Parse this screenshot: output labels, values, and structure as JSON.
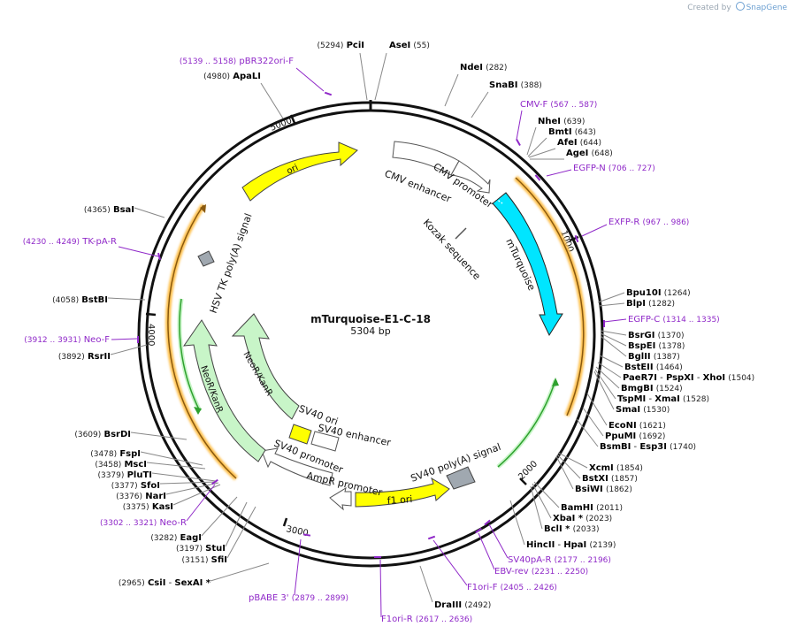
{
  "credit": {
    "prefix": "Created by",
    "brand": "SnapGene"
  },
  "plasmid": {
    "name": "mTurquoise-E1-C-18",
    "size": "5304 bp",
    "length": 5304
  },
  "colors": {
    "enzyme": "#000000",
    "primer": "#8f28c8",
    "backbone": "#000000",
    "cyan": "#00e5ff",
    "yellow": "#ffff00",
    "lightgreen": "#c8f5c8",
    "grey": "#a0a8b0",
    "orange": "#ffc04c",
    "darkgreen": "#2ea12e"
  },
  "ticks": [
    "1000",
    "2000",
    "3000",
    "4000",
    "5000"
  ],
  "enzymes": [
    {
      "name": "PciI",
      "pos": "(5294)"
    },
    {
      "name": "AseI",
      "pos": "(55)"
    },
    {
      "name": "NdeI",
      "pos": "(282)"
    },
    {
      "name": "SnaBI",
      "pos": "(388)"
    },
    {
      "name": "NheI",
      "pos": "(639)"
    },
    {
      "name": "BmtI",
      "pos": "(643)"
    },
    {
      "name": "AfeI",
      "pos": "(644)"
    },
    {
      "name": "AgeI",
      "pos": "(648)"
    },
    {
      "name": "Bpu10I",
      "pos": "(1264)"
    },
    {
      "name": "BlpI",
      "pos": "(1282)"
    },
    {
      "name": "BsrGI",
      "pos": "(1370)"
    },
    {
      "name": "BspEI",
      "pos": "(1378)"
    },
    {
      "name": "BglII",
      "pos": "(1387)"
    },
    {
      "name": "BstEII",
      "pos": "(1464)"
    },
    {
      "name": "PaeR7I",
      "alt": "PspXI",
      "alt2": "XhoI",
      "pos": "(1504)"
    },
    {
      "name": "BmgBI",
      "pos": "(1524)"
    },
    {
      "name": "TspMI",
      "alt": "XmaI",
      "pos": "(1528)"
    },
    {
      "name": "SmaI",
      "pos": "(1530)"
    },
    {
      "name": "EcoNI",
      "pos": "(1621)"
    },
    {
      "name": "PpuMI",
      "pos": "(1692)"
    },
    {
      "name": "BsmBI",
      "alt": "Esp3I",
      "pos": "(1740)"
    },
    {
      "name": "XcmI",
      "pos": "(1854)"
    },
    {
      "name": "BstXI",
      "pos": "(1857)"
    },
    {
      "name": "BsiWI",
      "pos": "(1862)"
    },
    {
      "name": "BamHI",
      "pos": "(2011)"
    },
    {
      "name": "XbaI *",
      "pos": "(2023)"
    },
    {
      "name": "BclI *",
      "pos": "(2033)"
    },
    {
      "name": "HincII",
      "alt": "HpaI",
      "pos": "(2139)"
    },
    {
      "name": "DraIII",
      "pos": "(2492)"
    },
    {
      "name": "CsiI",
      "alt": "SexAI *",
      "pos": "(2965)"
    },
    {
      "name": "SfiI",
      "pos": "(3151)"
    },
    {
      "name": "StuI",
      "pos": "(3197)"
    },
    {
      "name": "EagI",
      "pos": "(3282)"
    },
    {
      "name": "KasI",
      "pos": "(3375)"
    },
    {
      "name": "NarI",
      "pos": "(3376)"
    },
    {
      "name": "SfoI",
      "pos": "(3377)"
    },
    {
      "name": "PluTI",
      "pos": "(3379)"
    },
    {
      "name": "MscI",
      "pos": "(3458)"
    },
    {
      "name": "FspI",
      "pos": "(3478)"
    },
    {
      "name": "BsrDI",
      "pos": "(3609)"
    },
    {
      "name": "RsrII",
      "pos": "(3892)"
    },
    {
      "name": "BstBI",
      "pos": "(4058)"
    },
    {
      "name": "BsaI",
      "pos": "(4365)"
    },
    {
      "name": "ApaLI",
      "pos": "(4980)"
    }
  ],
  "primers": [
    {
      "name": "pBR322ori-F",
      "range": "(5139 .. 5158)"
    },
    {
      "name": "CMV-F",
      "range": "(567 .. 587)"
    },
    {
      "name": "EGFP-N",
      "range": "(706 .. 727)"
    },
    {
      "name": "EXFP-R",
      "range": "(967 .. 986)"
    },
    {
      "name": "EGFP-C",
      "range": "(1314 .. 1335)"
    },
    {
      "name": "SV40pA-R",
      "range": "(2177 .. 2196)"
    },
    {
      "name": "EBV-rev",
      "range": "(2231 .. 2250)"
    },
    {
      "name": "F1ori-F",
      "range": "(2405 .. 2426)"
    },
    {
      "name": "F1ori-R",
      "range": "(2617 .. 2636)"
    },
    {
      "name": "pBABE 3'",
      "range": "(2879 .. 2899)"
    },
    {
      "name": "Neo-R",
      "range": "(3302 .. 3321)"
    },
    {
      "name": "Neo-F",
      "range": "(3912 .. 3931)"
    },
    {
      "name": "TK-pA-R",
      "range": "(4230 .. 4249)"
    }
  ],
  "features": [
    {
      "label": "CMV enhancer",
      "color": "#ffffff"
    },
    {
      "label": "CMV promoter",
      "color": "#ffffff"
    },
    {
      "label": "Kozak sequence",
      "color": "#ffffff"
    },
    {
      "label": "mTurquoise",
      "color": "#00e5ff"
    },
    {
      "label": "SV40 poly(A) signal",
      "color": "#a0a8b0"
    },
    {
      "label": "f1 ori",
      "color": "#ffff00"
    },
    {
      "label": "AmpR promoter",
      "color": "#ffffff"
    },
    {
      "label": "SV40 promoter",
      "color": "#ffffff"
    },
    {
      "label": "SV40 enhancer",
      "color": "#ffffff"
    },
    {
      "label": "SV40 ori",
      "color": "#ffff00"
    },
    {
      "label": "NeoR/KanR",
      "color": "#c8f5c8"
    },
    {
      "label": "HSV TK poly(A) signal",
      "color": "#a0a8b0"
    },
    {
      "label": "ori",
      "color": "#ffff00"
    }
  ]
}
